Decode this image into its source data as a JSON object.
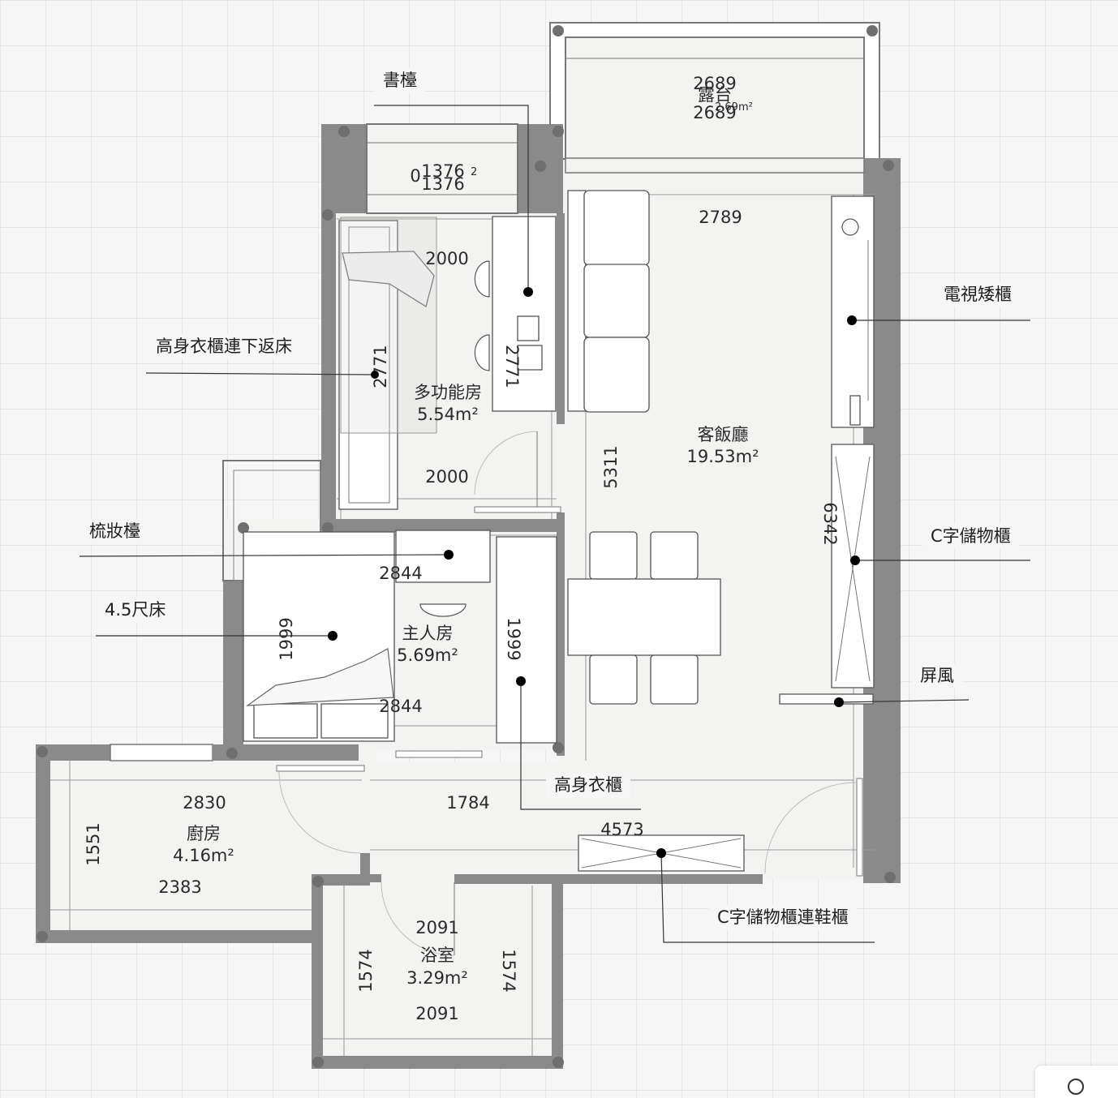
{
  "rooms": {
    "balcony": {
      "name": "露台",
      "area": "2.69m²",
      "dim_top": "2689",
      "dim_bottom": "2689"
    },
    "bay": {
      "name": "0",
      "area": "2",
      "dim_top": "1376",
      "dim_bottom": "1376"
    },
    "multi": {
      "name": "多功能房",
      "area": "5.54m²",
      "dim_top": "2000",
      "dim_bottom": "2000",
      "dim_left": "2771",
      "dim_right": "2771"
    },
    "living": {
      "name": "客飯廳",
      "area": "19.53m²",
      "dim_top": "2789",
      "dim_left": "5311",
      "dim_right": "6342"
    },
    "master": {
      "name": "主人房",
      "area": "5.69m²",
      "dim_top": "2844",
      "dim_bottom": "2844",
      "dim_left": "1999",
      "dim_right": "1999"
    },
    "kitchen": {
      "name": "廚房",
      "area": "4.16m²",
      "dim_top": "2830",
      "dim_bottom": "2383",
      "dim_left": "1551"
    },
    "corridor": {
      "dim": "1784"
    },
    "entry": {
      "dim": "4573"
    },
    "bath": {
      "name": "浴室",
      "area": "3.29m²",
      "dim_top": "2091",
      "dim_bottom": "2091",
      "dim_left": "1574",
      "dim_right": "1574"
    }
  },
  "callouts": {
    "desk": "書檯",
    "tall_wardrobe_bed": "高身衣櫃連下返床",
    "dresser": "梳妝檯",
    "bed": "4.5尺床",
    "tv_cabinet": "電視矮櫃",
    "c_storage": "C字儲物櫃",
    "screen": "屏風",
    "tall_wardrobe": "高身衣櫃",
    "c_storage_shoe": "C字儲物櫃連鞋櫃"
  },
  "icons": [
    "zoom-icon"
  ]
}
